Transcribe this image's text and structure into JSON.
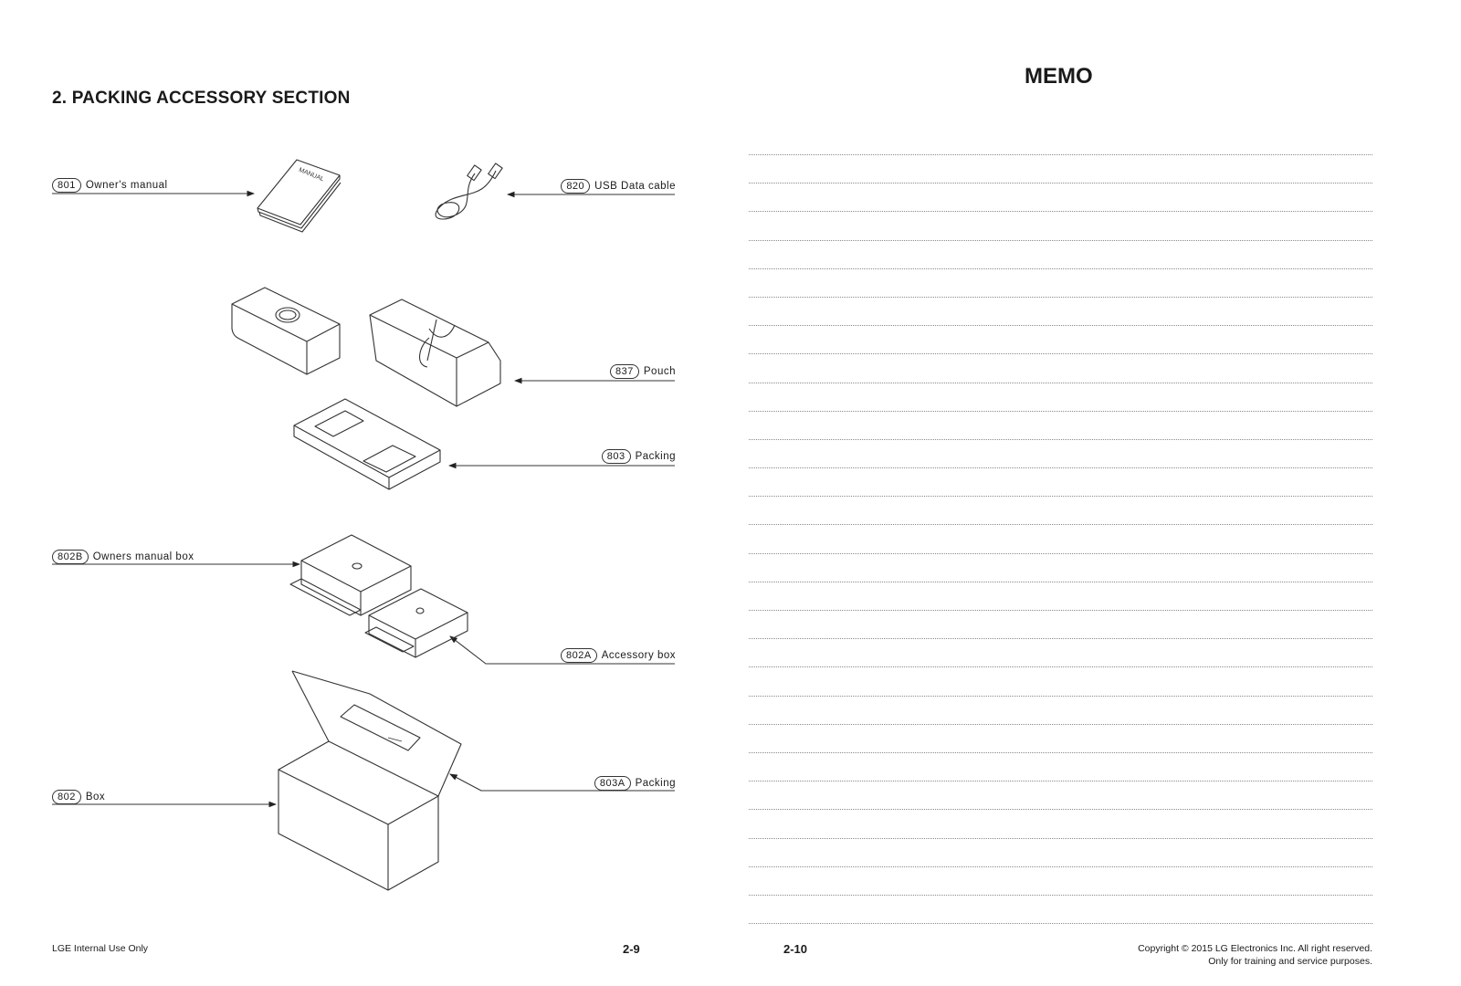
{
  "left_page": {
    "section_title": "2. PACKING ACCESSORY SECTION",
    "manual_cover_text": "MANUAL",
    "parts": [
      {
        "code": "801",
        "name": "Owner's manual"
      },
      {
        "code": "820",
        "name": "USB Data cable"
      },
      {
        "code": "837",
        "name": "Pouch"
      },
      {
        "code": "803",
        "name": "Packing"
      },
      {
        "code": "802B",
        "name": "Owners manual box"
      },
      {
        "code": "802A",
        "name": "Accessory box"
      },
      {
        "code": "803A",
        "name": "Packing"
      },
      {
        "code": "802",
        "name": "Box"
      }
    ],
    "footer_left": "LGE Internal Use Only",
    "page_number": "2-9"
  },
  "right_page": {
    "title": "MEMO",
    "page_number": "2-10",
    "copyright_line1": "Copyright © 2015 LG Electronics Inc. All right reserved.",
    "copyright_line2": "Only for training and service purposes."
  }
}
